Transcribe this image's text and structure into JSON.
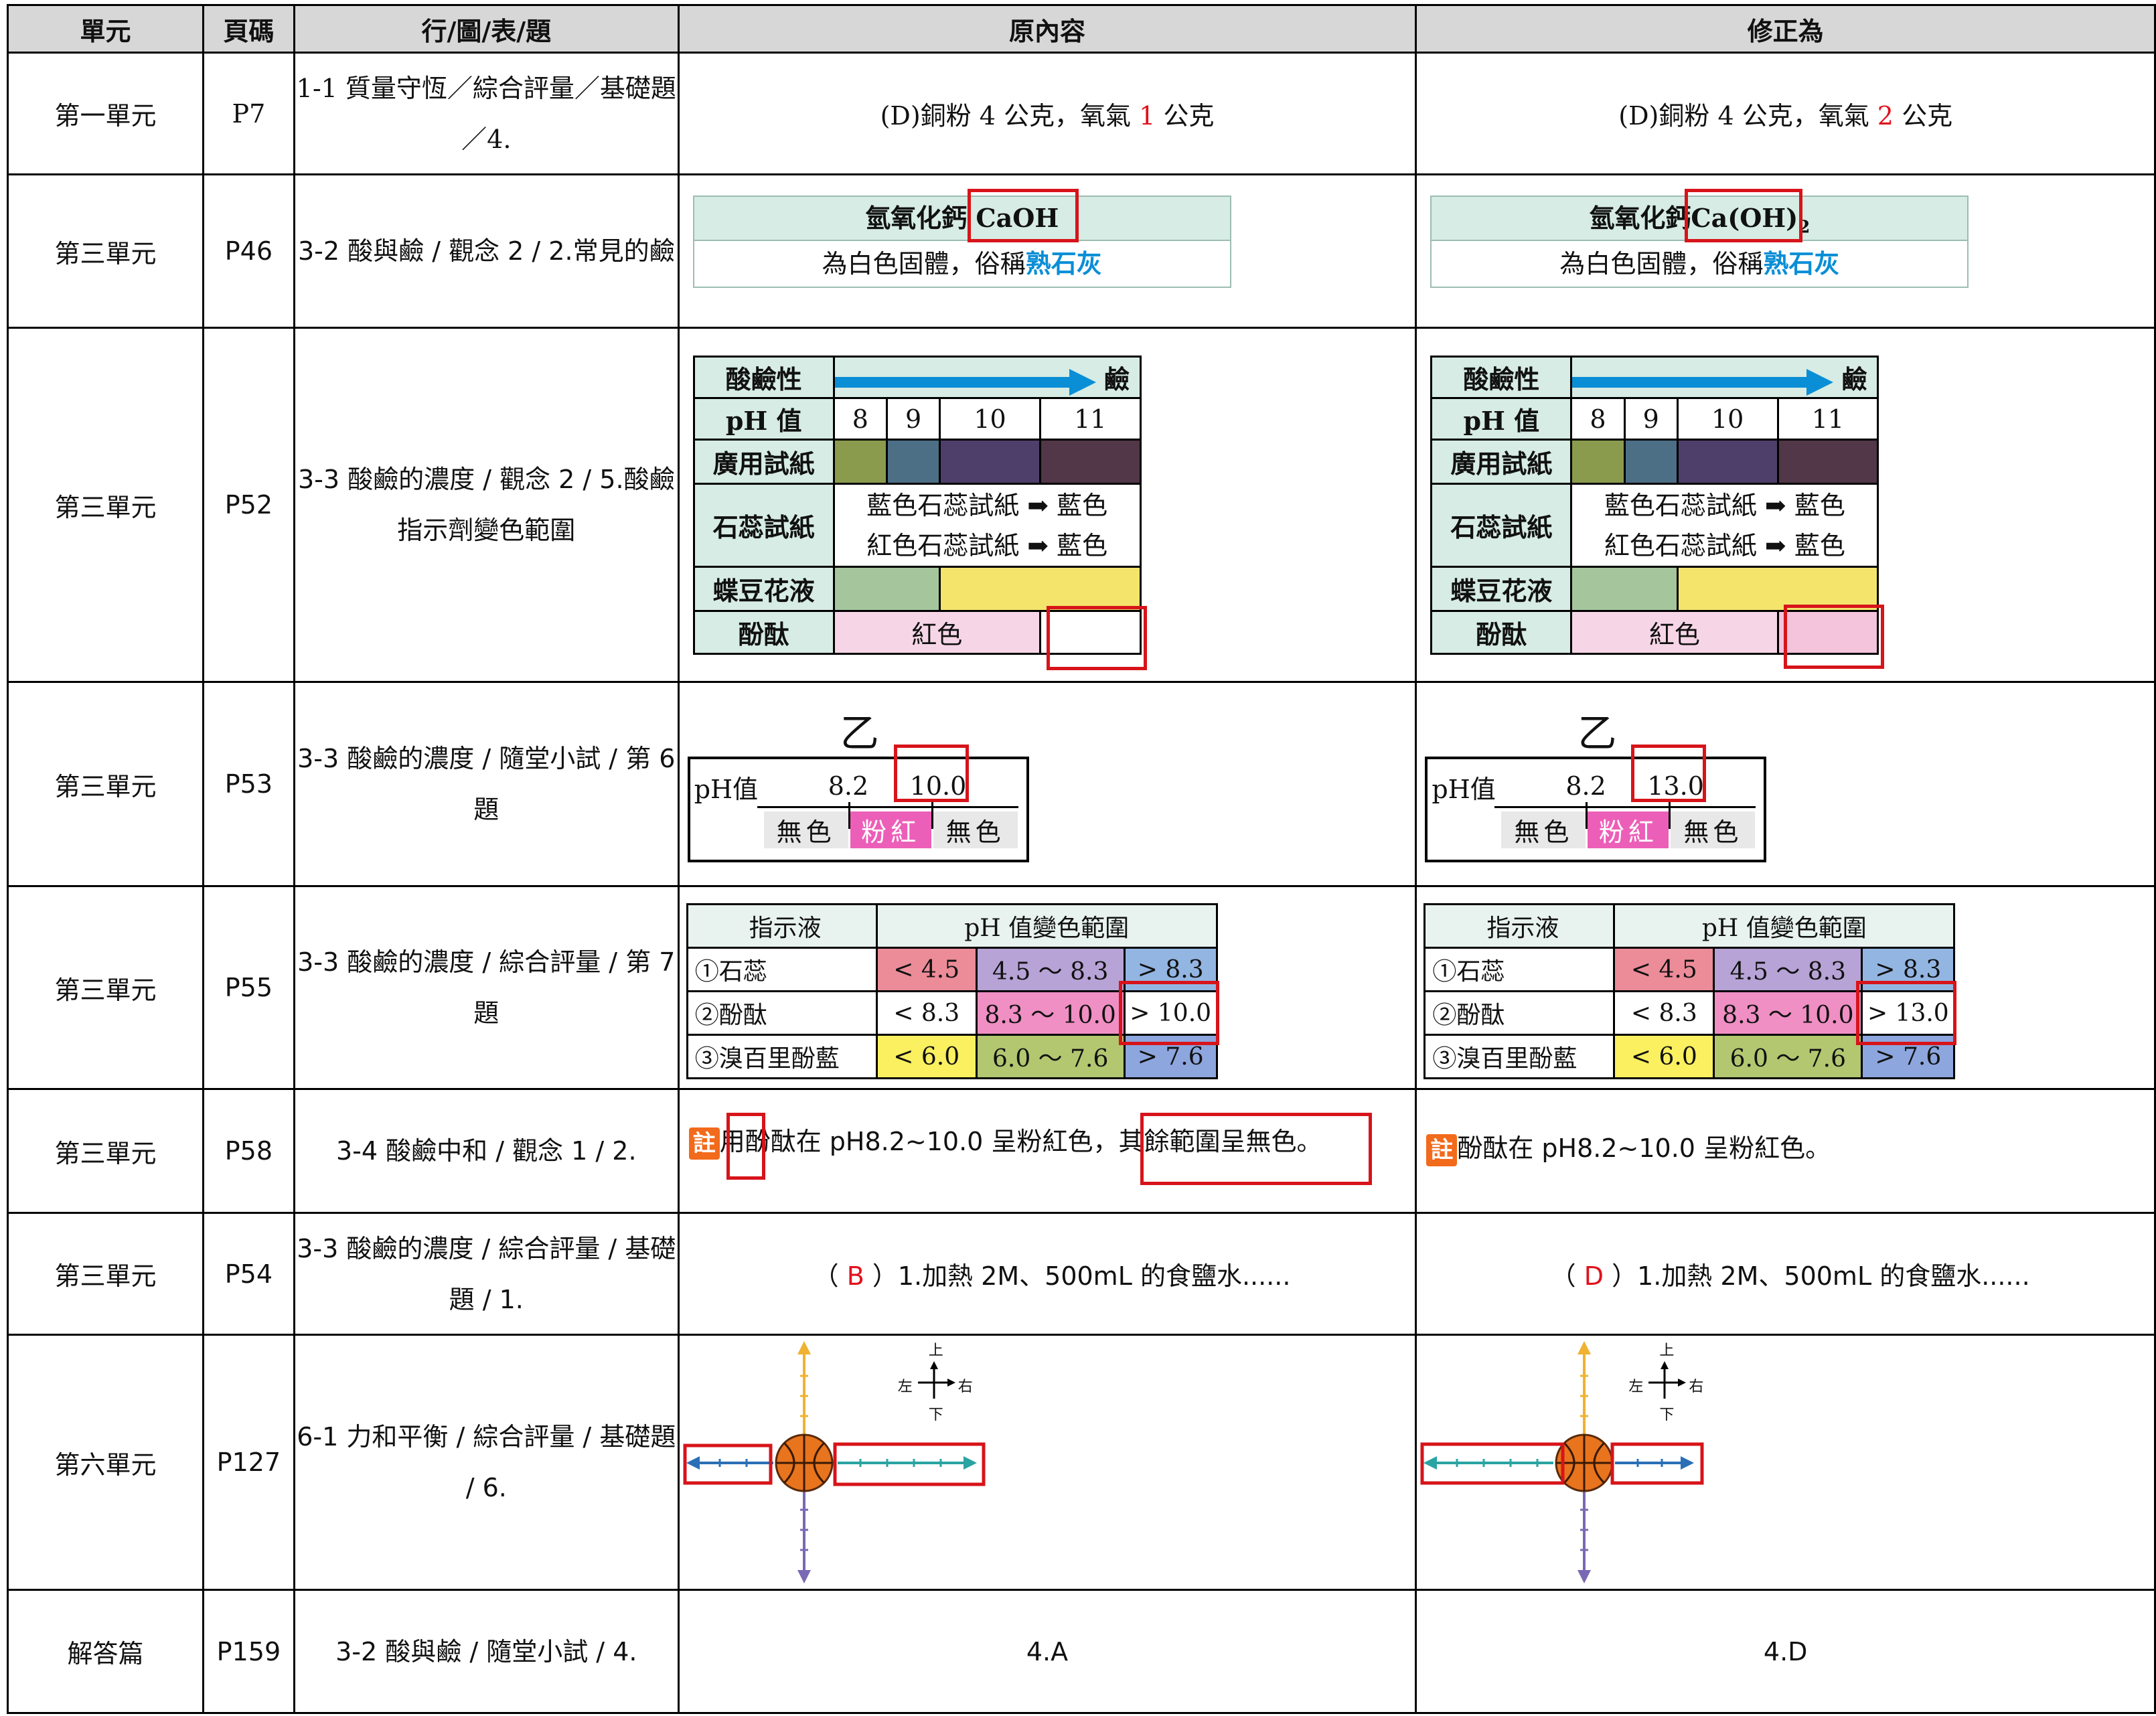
{
  "headers": [
    "單元",
    "頁碼",
    "行/圖/表/題",
    "原內容",
    "修正為"
  ],
  "rows": [
    {
      "unit": "第一單元",
      "page": "P7",
      "location": "1-1 質量守恆／綜合評量／基礎題／4.",
      "original": {
        "prefix": "(D)銅粉 4 公克，氧氣 ",
        "num": "1",
        "suffix": " 公克"
      },
      "corrected": {
        "prefix": "(D)銅粉 4 公克，氧氣 ",
        "num": "2",
        "suffix": " 公克"
      }
    },
    {
      "unit": "第三單元",
      "page": "P46",
      "location": "3-2 酸與鹼 / 觀念 2 / 2.常見的鹼",
      "original": {
        "name": "氫氧化鈣",
        "formula": "CaOH",
        "desc_prefix": "為白色固體，俗稱",
        "desc_bold": "熟石灰"
      },
      "corrected": {
        "name": "氫氧化鈣",
        "formula": "Ca(OH)",
        "formula_sub": "2",
        "desc_prefix": "為白色固體，俗稱",
        "desc_bold": "熟石灰"
      }
    },
    {
      "unit": "第三單元",
      "page": "P52",
      "location": "3-3 酸鹼的濃度 / 觀念 2 / 5.酸鹼指示劑變色範圍",
      "indicator": {
        "acidity_label": "酸鹼性",
        "base_label": "鹼",
        "ph_label": "pH 值",
        "ph_values": [
          "8",
          "9",
          "10",
          "11"
        ],
        "universal_label": "廣用試紙",
        "universal_colors": [
          "#8a9b4e",
          "#4c6f86",
          "#4e3f6a",
          "#513747"
        ],
        "litmus_label": "石蕊試紙",
        "litmus_line1": "藍色石蕊試紙 ➡ 藍色",
        "litmus_line2": "紅色石蕊試紙 ➡ 藍色",
        "butterfly_label": "蝶豆花液",
        "butterfly_colors": [
          "#a5c69d",
          "#f4e46c"
        ],
        "phenol_label": "酚酞",
        "phenol_text": "紅色",
        "phenol_color": "#f6d6e6"
      },
      "original_last_cell_color": "#ffffff",
      "corrected_last_cell_color": "#f4c3dc"
    },
    {
      "unit": "第三單元",
      "page": "P53",
      "location": "3-3 酸鹼的濃度 / 隨堂小試 / 第 6 題",
      "ph_line": {
        "title": "乙",
        "label": "pH值",
        "tick1": "8.2",
        "seg1": "無色",
        "seg2": "粉紅",
        "seg3": "無色"
      },
      "original_tick2": "10.0",
      "corrected_tick2": "13.0"
    },
    {
      "unit": "第三單元",
      "page": "P55",
      "location": "3-3 酸鹼的濃度 / 綜合評量 / 第 7 題",
      "range_table": {
        "h1": "指示液",
        "h2": "pH 值變色範圍",
        "r1": [
          "①石蕊",
          "< 4.5",
          "4.5 ～ 8.3",
          "> 8.3"
        ],
        "r2": [
          "②酚酞",
          "< 8.3",
          "8.3 ～ 10.0"
        ],
        "r3": [
          "③溴百里酚藍",
          "< 6.0",
          "6.0 ～ 7.6",
          "> 7.6"
        ]
      },
      "original_r2_last": "> 10.0",
      "corrected_r2_last": "> 13.0"
    },
    {
      "unit": "第三單元",
      "page": "P58",
      "location": "3-4 酸鹼中和 / 觀念 1 / 2.",
      "note_icon": "註",
      "original": {
        "p1": "用",
        "p2": "酚酞在 pH8.2~10.0 呈粉紅色，",
        "p3": "其餘範圍呈無色。"
      },
      "corrected": {
        "text": "酚酞在 pH8.2~10.0 呈粉紅色。"
      }
    },
    {
      "unit": "第三單元",
      "page": "P54",
      "location": "3-3 酸鹼的濃度 / 綜合評量 / 基礎題 / 1.",
      "original": {
        "open": "（ ",
        "ans": "B",
        "rest": " ）1.加熱 2M、500mL 的食鹽水......"
      },
      "corrected": {
        "open": "（ ",
        "ans": "D",
        "rest": " ）1.加熱 2M、500mL 的食鹽水......"
      }
    },
    {
      "unit": "第六單元",
      "page": "P127",
      "location": "6-1 力和平衡 / 綜合評量 / 基礎題 / 6.",
      "compass": {
        "up": "上",
        "down": "下",
        "left": "左",
        "right": "右"
      }
    },
    {
      "unit": "解答篇",
      "page": "P159",
      "location": "3-2 酸與鹼 / 隨堂小試 / 4.",
      "original": "4.A",
      "corrected": "4.D"
    }
  ],
  "colors": {
    "accent_red": "#e0121c",
    "box_red": "#d7141a",
    "table_teal": "#d6ece4",
    "arrow_blue": "#0a8ed6"
  }
}
